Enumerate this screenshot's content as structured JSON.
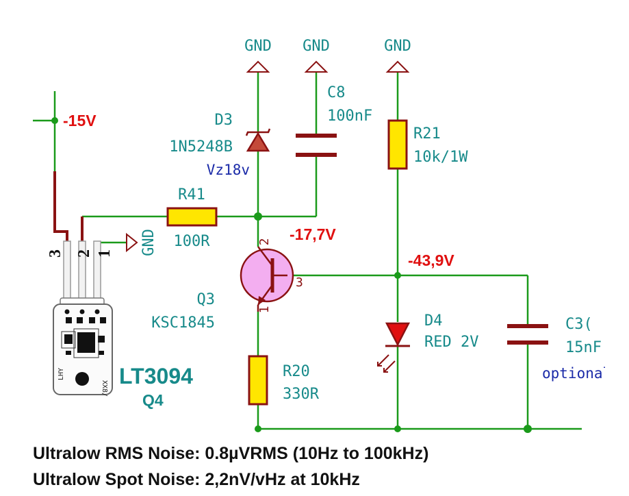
{
  "power_labels": {
    "gnd_d3": "GND",
    "gnd_c8": "GND",
    "gnd_r21": "GND",
    "gnd_pin1": "GND"
  },
  "voltages": {
    "input": "-15V",
    "q4_collector": "-17,7V",
    "q4_base": "-43,9V"
  },
  "components": {
    "D3": {
      "ref": "D3",
      "value": "1N5248B",
      "note": "Vz18v"
    },
    "C8": {
      "ref": "C8",
      "value": "100nF"
    },
    "R21": {
      "ref": "R21",
      "value": "10k/1W"
    },
    "R41": {
      "ref": "R41",
      "value": "100R"
    },
    "Q3": {
      "ref": "Q3",
      "value": "KSC1845",
      "pins": [
        "1",
        "2",
        "3"
      ]
    },
    "R20": {
      "ref": "R20",
      "value": "330R"
    },
    "D4": {
      "ref": "D4",
      "value": "RED 2V"
    },
    "C3": {
      "ref": "C3(",
      "value": "15nF",
      "note": "optional"
    }
  },
  "module": {
    "name": "LT3094",
    "ref": "Q4",
    "pins": [
      "3",
      "2",
      "1"
    ],
    "silk_left": "LHY",
    "silk_right": "XX8/"
  },
  "footer": {
    "line1": "Ultralow RMS Noise: 0.8µVRMS (10Hz to 100kHz)",
    "line2": "Ultralow Spot Noise: 2,2nV/vHz at 10kHz"
  },
  "colors": {
    "wire": "#1a9a1a",
    "component_outline": "#8a1212",
    "resistor_fill": "#ffe600",
    "transistor_fill": "#f3aef0",
    "annotation_red": "#e01010",
    "label_teal": "#178a8a"
  }
}
